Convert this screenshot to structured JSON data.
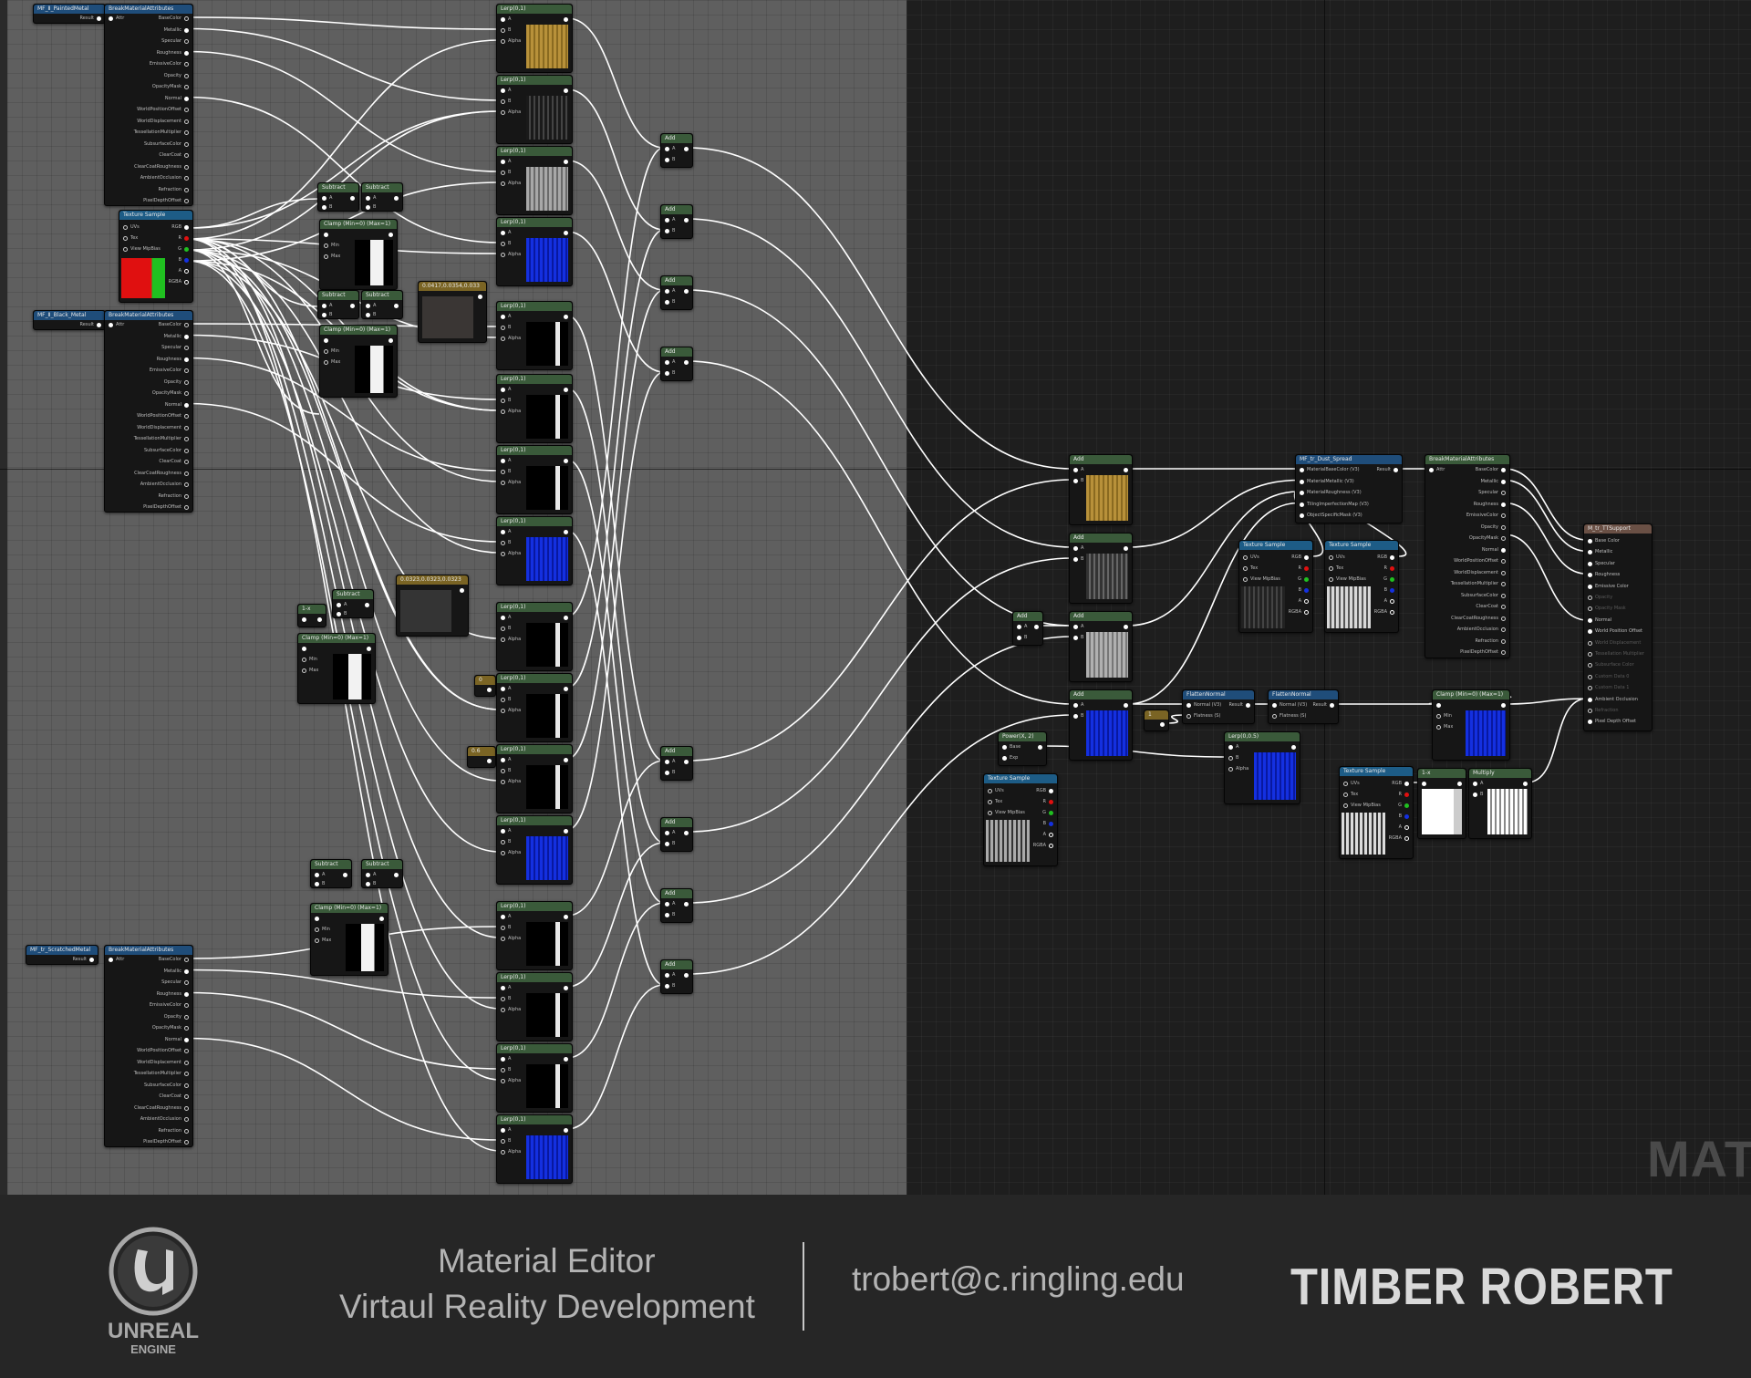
{
  "graph": {
    "watermark": "MAT",
    "nodes": {
      "mf_painted_metal": {
        "title": "MF_Ⅱ_PaintedMetal",
        "out": "Result"
      },
      "mf_black_metal": {
        "title": "MF_Ⅱ_Black_Metal",
        "out": "Result"
      },
      "mf_scratched_metal": {
        "title": "MF_tr_ScratchedMetal",
        "out": "Result"
      },
      "break_attrs": {
        "title": "BreakMaterialAttributes",
        "in": "Attr",
        "outs": [
          "BaseColor",
          "Metallic",
          "Specular",
          "Roughness",
          "EmissiveColor",
          "Opacity",
          "OpacityMask",
          "Normal",
          "WorldPositionOffset",
          "WorldDisplacement",
          "TessellationMultiplier",
          "SubsurfaceColor",
          "ClearCoat",
          "ClearCoatRoughness",
          "AmbientOcclusion",
          "Refraction",
          "PixelDepthOffset"
        ]
      },
      "texture_sample": {
        "title": "Texture Sample",
        "ins": [
          "UVs",
          "Tex",
          "View MipBias"
        ],
        "outs": [
          "RGB",
          "R",
          "G",
          "B",
          "A",
          "RGBA"
        ]
      },
      "subtract": {
        "title": "Subtract",
        "ins": [
          "A",
          "B"
        ]
      },
      "clamp": {
        "title": "Clamp (Min=0) (Max=1)",
        "ins": [
          "",
          "Min",
          "Max"
        ]
      },
      "lerp": {
        "title": "Lerp(0,1)",
        "ins": [
          "A",
          "B",
          "Alpha"
        ]
      },
      "add": {
        "title": "Add",
        "ins": [
          "A",
          "B"
        ]
      },
      "const_a": {
        "title": "0.0417,0.0354,0.033"
      },
      "const_b": {
        "title": "0.0323,0.0323,0.0323"
      },
      "one_minus": {
        "title": "1-x"
      },
      "const_zero": {
        "title": "0"
      },
      "const_06": {
        "title": "0.6"
      },
      "const_one": {
        "title": "1"
      },
      "power": {
        "title": "Power(X, 2)",
        "ins": [
          "Base",
          "Exp"
        ]
      },
      "dust_spread": {
        "title": "MF_tr_Dust_Spread",
        "ins": [
          "MaterialBaseColor (V3)",
          "MaterialMetallic (V3)",
          "MaterialRoughness (V3)",
          "TilingImperfectionMap (V3)",
          "ObjectSpecificMask (V3)"
        ],
        "out": "Result"
      },
      "flatten_normal": {
        "title": "FlattenNormal",
        "ins": [
          "Normal (V3)",
          "Flatness (S)"
        ],
        "out": "Result"
      },
      "lerp_05": {
        "title": "Lerp(0,0.5)",
        "ins": [
          "A",
          "B",
          "Alpha"
        ]
      },
      "multiply": {
        "title": "Multiply",
        "ins": [
          "A",
          "B"
        ]
      },
      "result": {
        "title": "M_tr_TTSupport",
        "ins": [
          "Base Color",
          "Metallic",
          "Specular",
          "Roughness",
          "Emissive Color",
          "Opacity",
          "Opacity Mask",
          "Normal",
          "World Position Offset",
          "World Displacement",
          "Tessellation Multiplier",
          "Subsurface Color",
          "Custom Data 0",
          "Custom Data 1",
          "Ambient Occlusion",
          "Refraction",
          "Pixel Depth Offset"
        ]
      }
    }
  },
  "footer": {
    "logo_text_1": "UNREAL",
    "logo_text_2": "ENGINE",
    "title_line1": "Material Editor",
    "title_line2": "Virtaul Reality Development",
    "email": "trobert@c.ringling.edu",
    "name": "TIMBER ROBERT"
  },
  "colors": {
    "left_zone": "#5f5f5f",
    "right_zone": "#1e1e1e",
    "wire": "#ffffff",
    "header_function": "#1f4d7a",
    "header_math": "#3a5a3a",
    "header_constant": "#7a6424",
    "preview_gold": "#b8913a",
    "preview_blue": "#1430e0",
    "preview_red": "#e01010",
    "preview_green": "#20c020"
  }
}
